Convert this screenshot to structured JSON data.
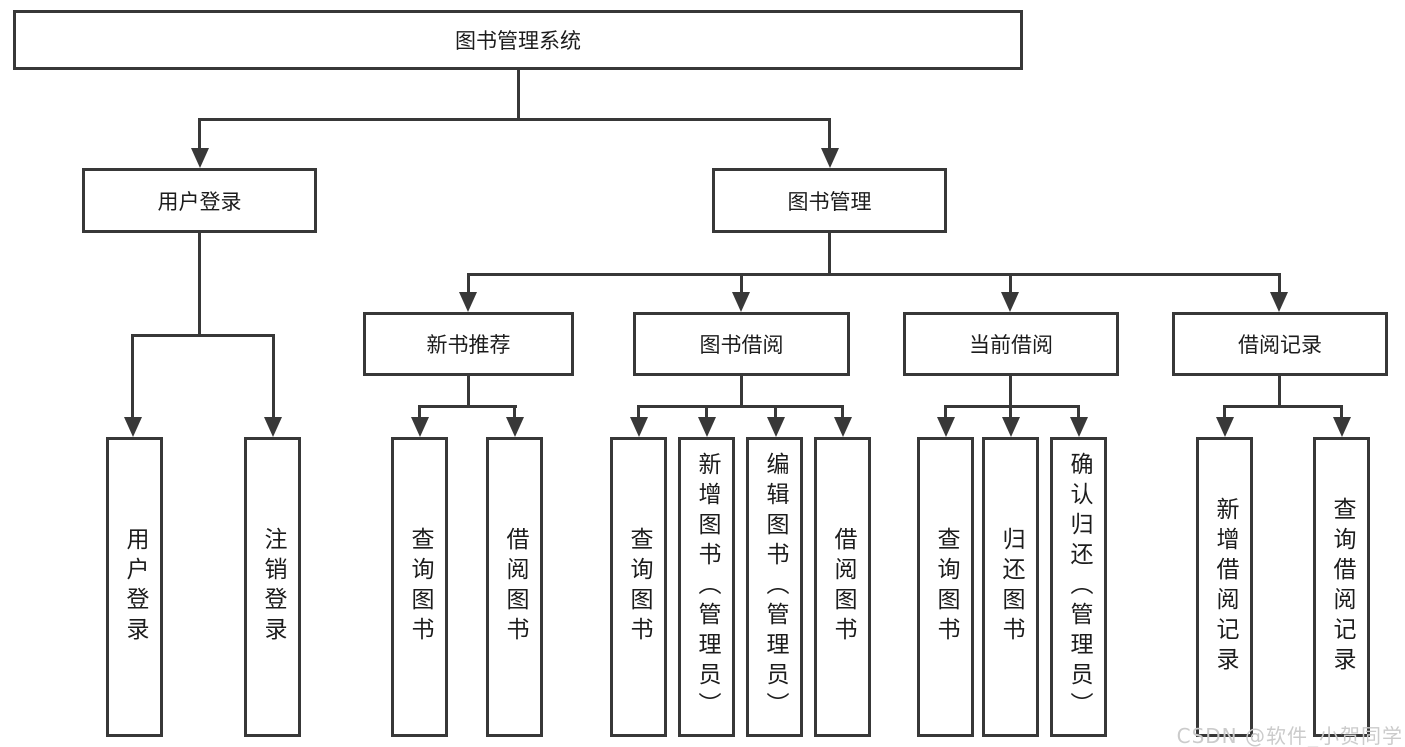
{
  "diagram": {
    "type": "hierarchy-tree",
    "title": "图书管理系统",
    "watermark": "CSDN @软件_小贺同学",
    "colors": {
      "line": "#383838",
      "box_border": "#383838",
      "box_background": "#ffffff",
      "text": "#1c1c1c",
      "watermark": "#cbcbcb"
    },
    "nodes": {
      "root": {
        "label": "图书管理系统"
      },
      "l2_login": {
        "label": "用户登录"
      },
      "l2_mgmt": {
        "label": "图书管理"
      },
      "l3_new_books": {
        "label": "新书推荐"
      },
      "l3_borrow": {
        "label": "图书借阅"
      },
      "l3_current": {
        "label": "当前借阅"
      },
      "l3_records": {
        "label": "借阅记录"
      },
      "leaf_user_login": {
        "label": "用户登录"
      },
      "leaf_logout": {
        "label": "注销登录"
      },
      "leaf_query_books_1": {
        "label": "查询图书"
      },
      "leaf_borrow_books_1": {
        "label": "借阅图书"
      },
      "leaf_query_books_2": {
        "label": "查询图书"
      },
      "leaf_add_books": {
        "label": "新增图书（管理员）"
      },
      "leaf_edit_books": {
        "label": "编辑图书（管理员）"
      },
      "leaf_borrow_books_2": {
        "label": "借阅图书"
      },
      "leaf_query_books_3": {
        "label": "查询图书"
      },
      "leaf_return_books": {
        "label": "归还图书"
      },
      "leaf_confirm_return": {
        "label": "确认归还（管理员）"
      },
      "leaf_add_record": {
        "label": "新增借阅记录"
      },
      "leaf_query_record": {
        "label": "查询借阅记录"
      }
    },
    "hierarchy": {
      "图书管理系统": [
        "用户登录",
        "图书管理"
      ],
      "用户登录": [
        "用户登录",
        "注销登录"
      ],
      "图书管理": [
        "新书推荐",
        "图书借阅",
        "当前借阅",
        "借阅记录"
      ],
      "新书推荐": [
        "查询图书",
        "借阅图书"
      ],
      "图书借阅": [
        "查询图书",
        "新增图书（管理员）",
        "编辑图书（管理员）",
        "借阅图书"
      ],
      "当前借阅": [
        "查询图书",
        "归还图书",
        "确认归还（管理员）"
      ],
      "借阅记录": [
        "新增借阅记录",
        "查询借阅记录"
      ]
    }
  }
}
